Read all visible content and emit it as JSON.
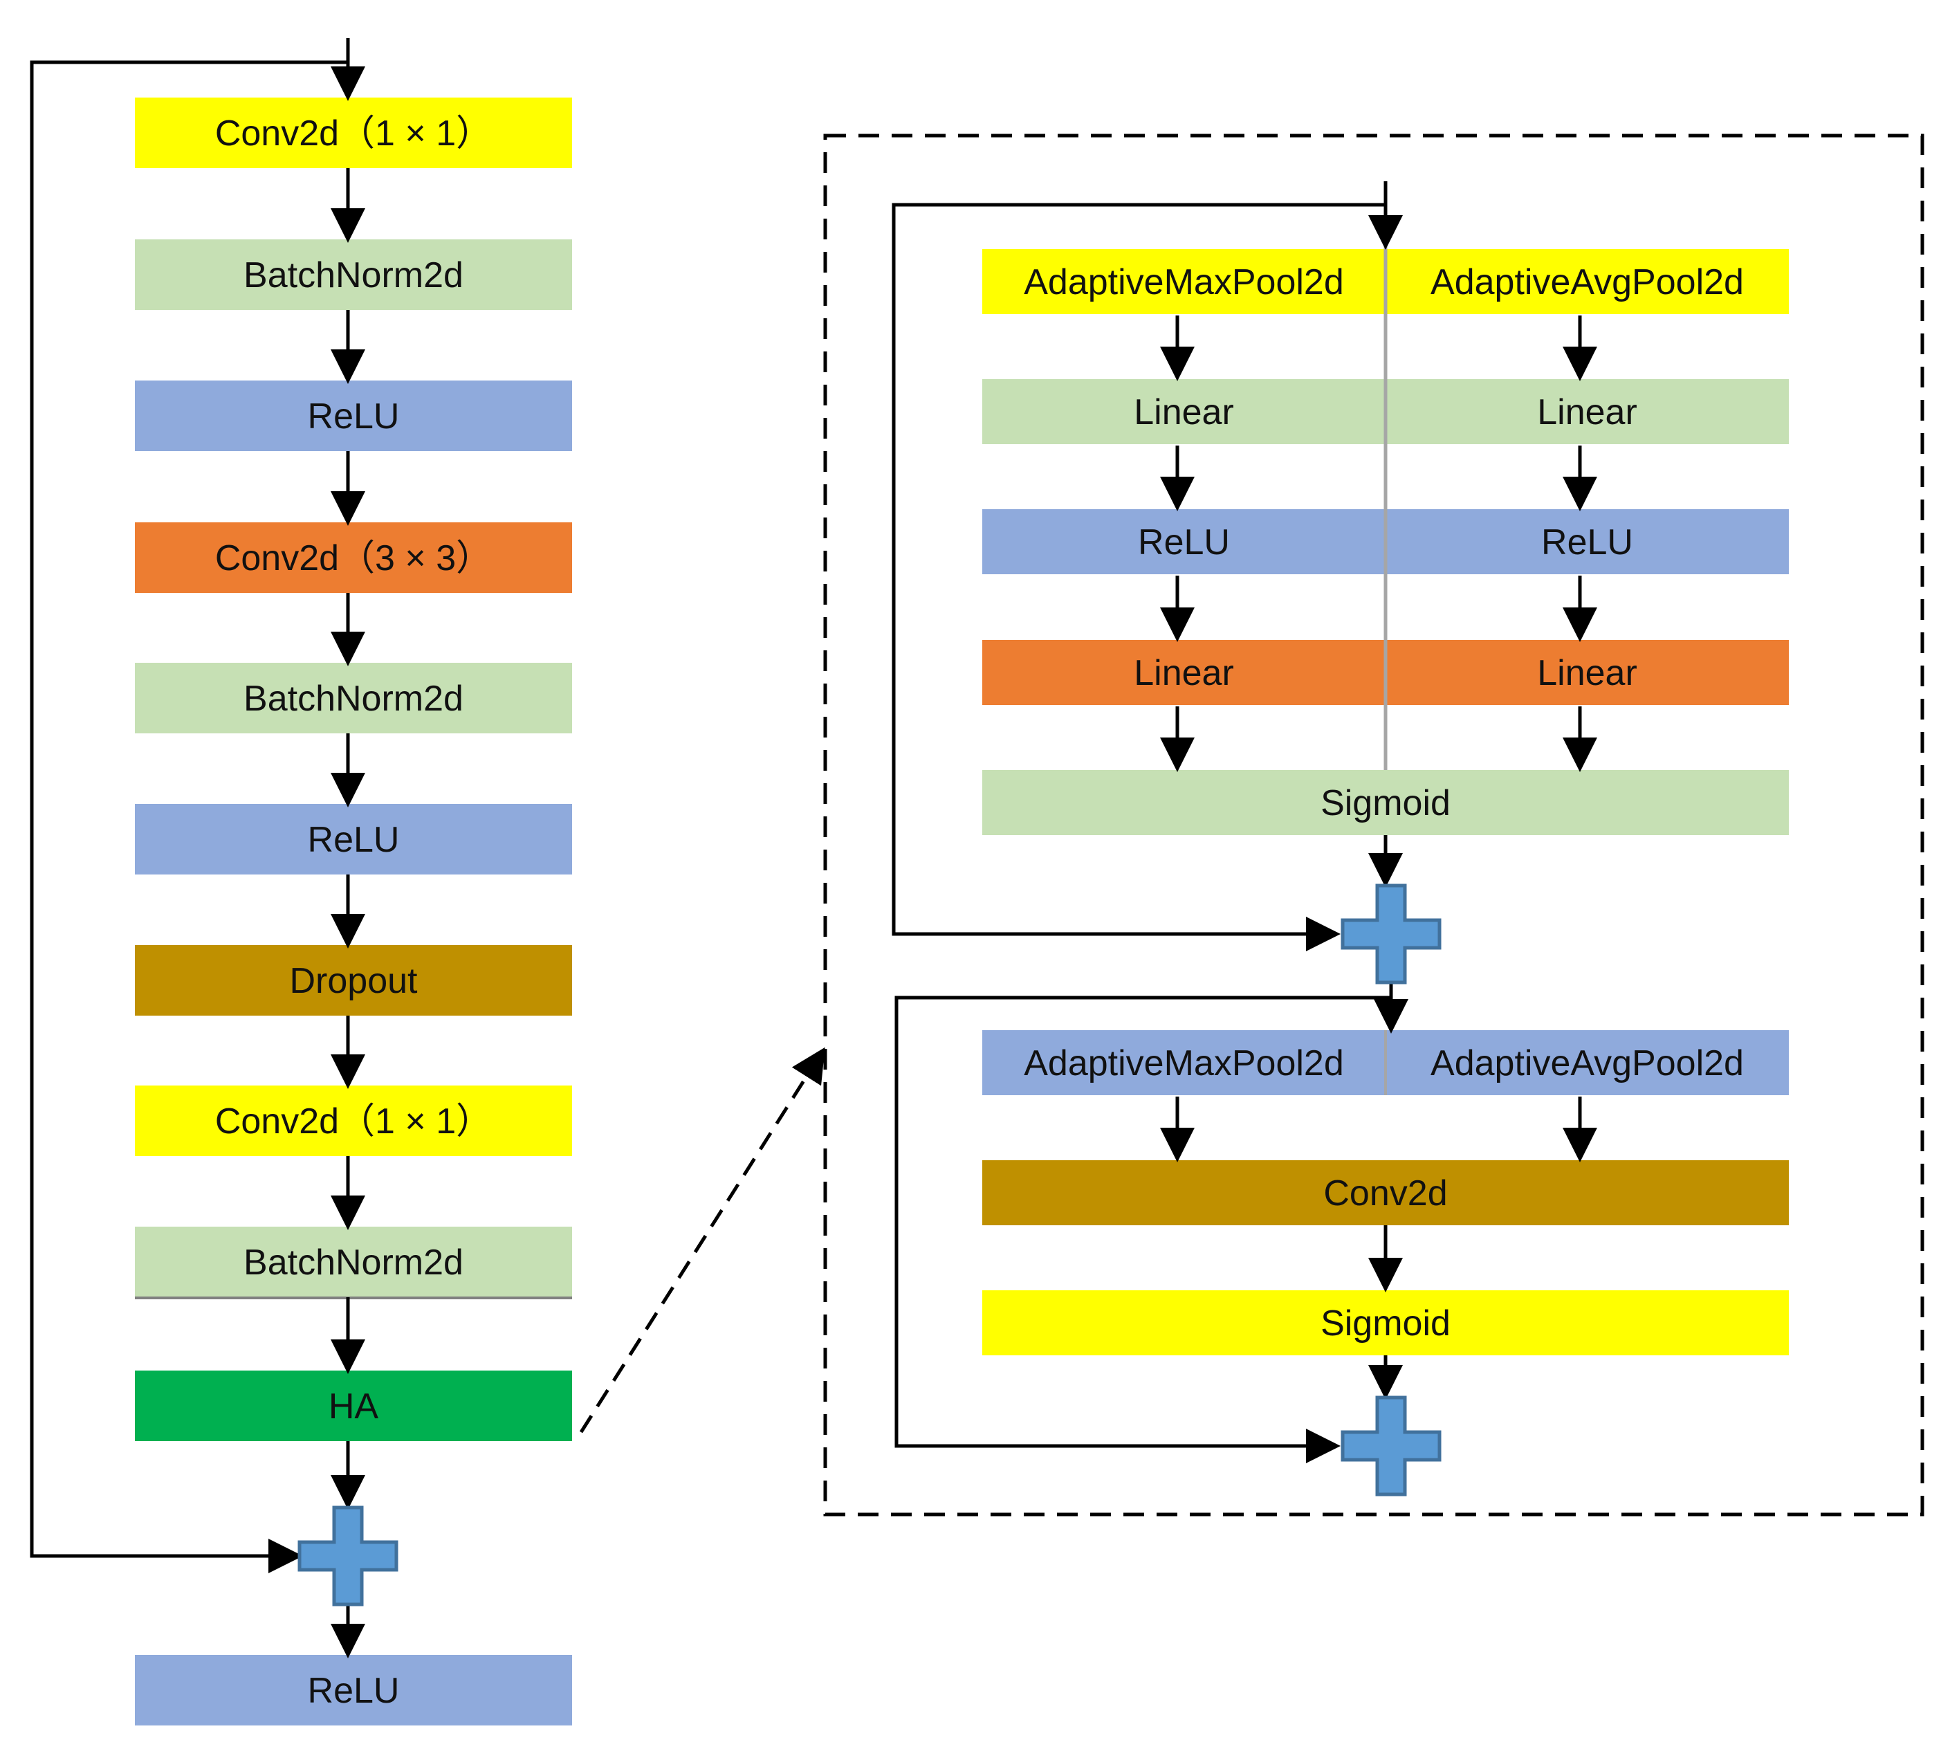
{
  "colors": {
    "yellow": "#FFFF00",
    "light_green": "#C6E0B4",
    "blue": "#8FAADC",
    "orange": "#ED7D31",
    "gold": "#BF9000",
    "green": "#00B050",
    "plus_fill": "#5B9BD5",
    "plus_stroke": "#41719C",
    "line": "#000000",
    "divider": "#A6A6A6"
  },
  "left_stack": [
    {
      "id": "conv1x1-a",
      "label": "Conv2d（1 × 1）",
      "color": "yellow"
    },
    {
      "id": "batchnorm-a",
      "label": "BatchNorm2d",
      "color": "light_green"
    },
    {
      "id": "relu-a",
      "label": "ReLU",
      "color": "blue"
    },
    {
      "id": "conv3x3",
      "label": "Conv2d（3 × 3）",
      "color": "orange"
    },
    {
      "id": "batchnorm-b",
      "label": "BatchNorm2d",
      "color": "light_green"
    },
    {
      "id": "relu-b",
      "label": "ReLU",
      "color": "blue"
    },
    {
      "id": "dropout",
      "label": "Dropout",
      "color": "gold"
    },
    {
      "id": "conv1x1-b",
      "label": "Conv2d（1 × 1）",
      "color": "yellow"
    },
    {
      "id": "batchnorm-c",
      "label": "BatchNorm2d",
      "color": "light_green"
    },
    {
      "id": "ha",
      "label": "HA",
      "color": "green"
    },
    {
      "id": "relu-out",
      "label": "ReLU",
      "color": "blue"
    }
  ],
  "channel_attention": {
    "pool_max": {
      "label": "AdaptiveMaxPool2d",
      "color": "yellow"
    },
    "pool_avg": {
      "label": "AdaptiveAvgPool2d",
      "color": "yellow"
    },
    "linear1_left": {
      "label": "Linear",
      "color": "light_green"
    },
    "linear1_right": {
      "label": "Linear",
      "color": "light_green"
    },
    "relu_left": {
      "label": "ReLU",
      "color": "blue"
    },
    "relu_right": {
      "label": "ReLU",
      "color": "blue"
    },
    "linear2_left": {
      "label": "Linear",
      "color": "orange"
    },
    "linear2_right": {
      "label": "Linear",
      "color": "orange"
    },
    "sigmoid": {
      "label": "Sigmoid",
      "color": "light_green"
    }
  },
  "spatial_attention": {
    "pool_max": {
      "label": "AdaptiveMaxPool2d",
      "color": "blue"
    },
    "pool_avg": {
      "label": "AdaptiveAvgPool2d",
      "color": "blue"
    },
    "conv": {
      "label": "Conv2d",
      "color": "gold"
    },
    "sigmoid": {
      "label": "Sigmoid",
      "color": "yellow"
    }
  }
}
